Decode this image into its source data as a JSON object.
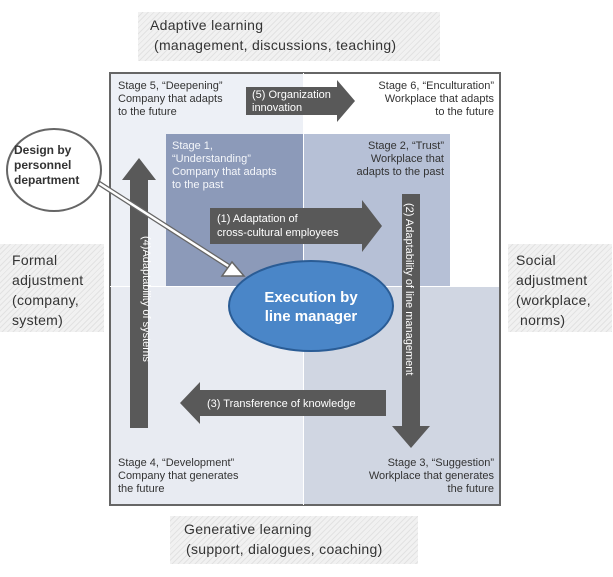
{
  "top_label": {
    "line1": "Adaptive learning",
    "line2": "(management, discussions, teaching)"
  },
  "bottom_label": {
    "line1": "Generative learning",
    "line2": "(support, dialogues, coaching)"
  },
  "left_label": {
    "line1": "Formal",
    "line2": "adjustment",
    "line3": "(company,",
    "line4": "system)"
  },
  "right_label": {
    "line1": "Social",
    "line2": "adjustment",
    "line3": "(workplace,",
    "line4": "norms)"
  },
  "stages": {
    "s5": {
      "l1": "Stage 5, “Deepening”",
      "l2": "Company that adapts",
      "l3": "to the future"
    },
    "s6": {
      "l1": "Stage 6, “Enculturation”",
      "l2": "Workplace that adapts",
      "l3": "to the future"
    },
    "s1": {
      "l1": "Stage 1,",
      "l2": "“Understanding”",
      "l3": "Company that adapts",
      "l4": "to the past"
    },
    "s2": {
      "l1": "Stage 2, “Trust”",
      "l2": "Workplace that",
      "l3": "adapts to the past"
    },
    "s4": {
      "l1": "Stage 4, “Development”",
      "l2": "Company that generates",
      "l3": "the future"
    },
    "s3": {
      "l1": "Stage 3, “Suggestion”",
      "l2": "Workplace that generates",
      "l3": "the future"
    }
  },
  "arrows": {
    "a1": {
      "l1": "(1) Adaptation of",
      "l2": "cross-cultural employees"
    },
    "a2": "(2) Adaptability of line management",
    "a3": "(3) Transference of knowledge",
    "a4": "(4)Adaptability of systems",
    "a5": {
      "l1": "(5) Organization",
      "l2": "innovation"
    }
  },
  "callout": {
    "l1": "Design by",
    "l2": "personnel",
    "l3": "department"
  },
  "center": {
    "l1": "Execution by",
    "l2": "line manager"
  },
  "colors": {
    "tl": "#edf0f6",
    "tr": "#ffffff",
    "bl": "#e8ebf2",
    "br": "#d0d6e2",
    "inner_left": "#8c9ab9",
    "inner_right": "#b6c0d6",
    "arrow": "#595959",
    "ellipse": "#4a86c8",
    "ellipse_border": "#2a5c95"
  }
}
